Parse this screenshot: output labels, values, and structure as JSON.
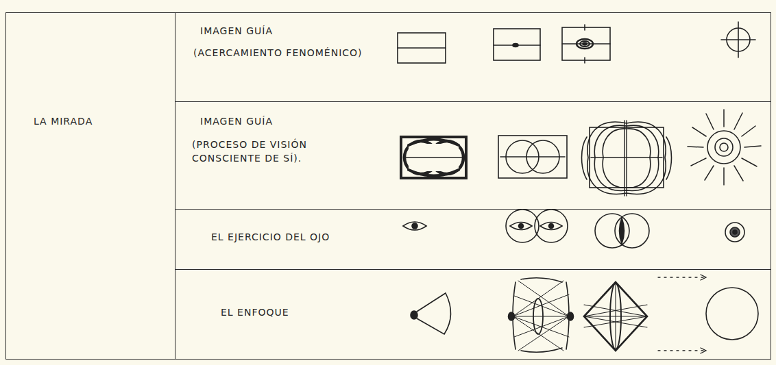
{
  "diagram": {
    "nodes": [
      {
        "text": [
          "LA MIRADA"
        ]
      },
      {
        "text": [
          "IMAGEN GUÍA",
          "(ACERCAMIENTO FENOMÉNICO)"
        ]
      },
      {
        "text": [
          "IMAGEN GUÍA",
          "(PROCESO DE VISIÓN CONSCIENTE DE SÍ)."
        ]
      },
      {
        "text": [
          "EL EJERCICIO DEL OJO"
        ]
      },
      {
        "text": [
          "EL ENFOQUE"
        ]
      }
    ]
  }
}
